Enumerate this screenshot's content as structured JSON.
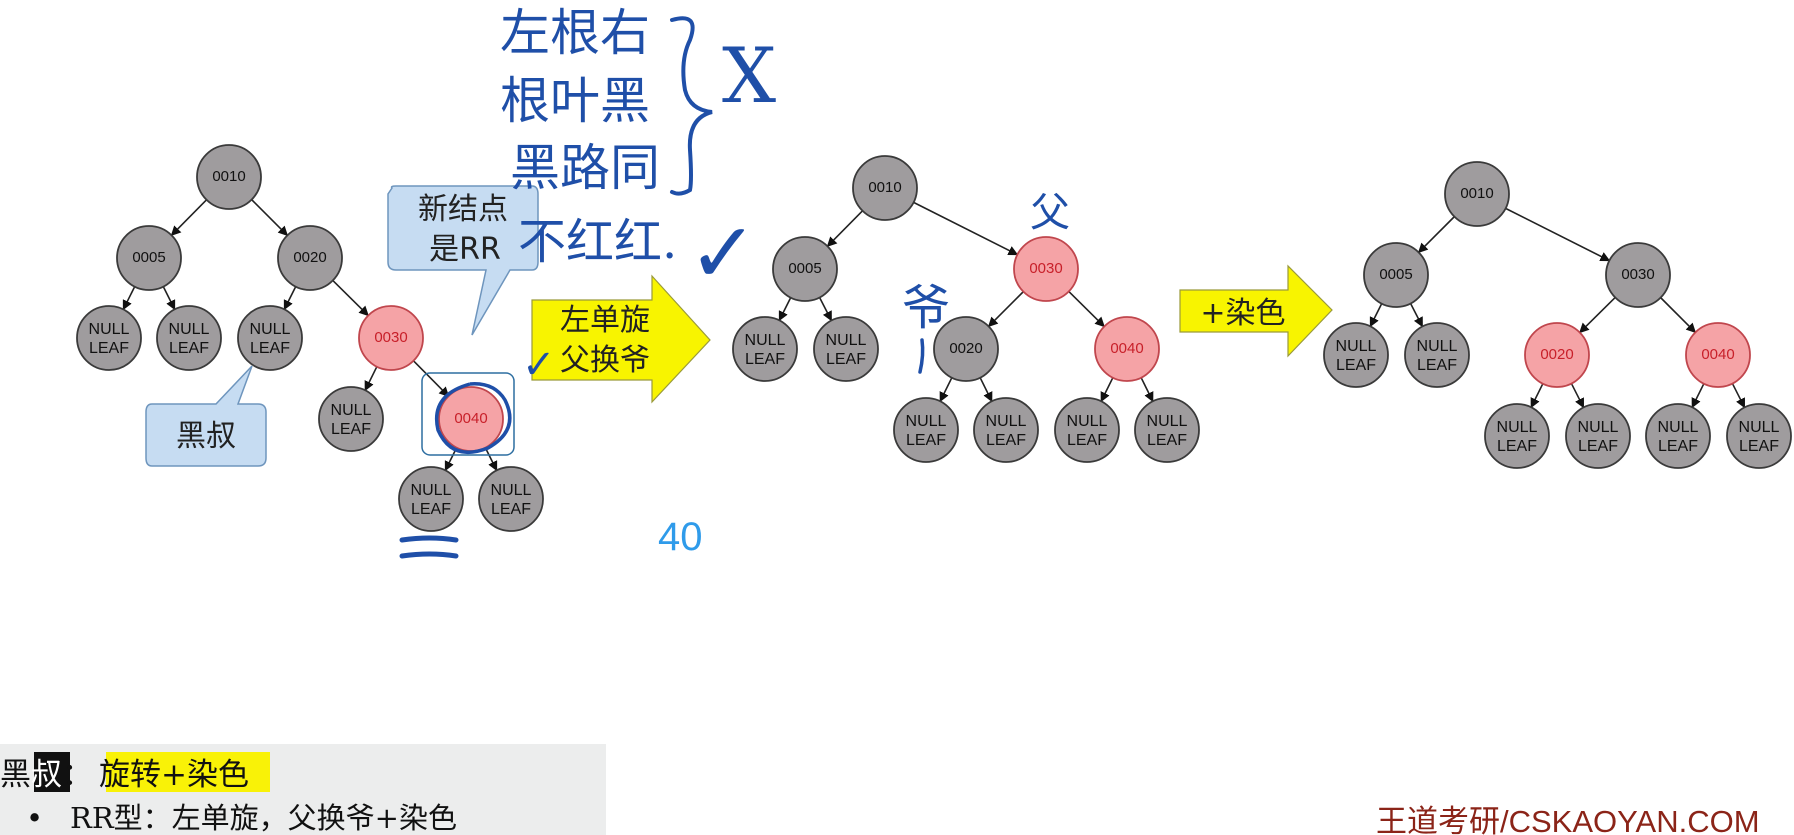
{
  "colors": {
    "black_node": "#9f9c9e",
    "red_node": "#f5a3a6",
    "red_text": "#c8202a",
    "callout_fill": "#c6dcf2",
    "arrow_fill": "#f8f400",
    "ink": "#1f4fa8",
    "highlight": "#f9f207",
    "step_blue": "#2f9bea",
    "brand": "#8b2418"
  },
  "trees": [
    {
      "nodes": [
        {
          "id": "n10",
          "label": "0010",
          "color": "black"
        },
        {
          "id": "n05",
          "label": "0005",
          "color": "black"
        },
        {
          "id": "n20",
          "label": "0020",
          "color": "black"
        },
        {
          "id": "l1",
          "label": "NULL\nLEAF",
          "color": "black"
        },
        {
          "id": "l2",
          "label": "NULL\nLEAF",
          "color": "black"
        },
        {
          "id": "l3",
          "label": "NULL\nLEAF",
          "color": "black"
        },
        {
          "id": "n30",
          "label": "0030",
          "color": "red"
        },
        {
          "id": "l4",
          "label": "NULL\nLEAF",
          "color": "black"
        },
        {
          "id": "n40",
          "label": "0040",
          "color": "red"
        },
        {
          "id": "l5",
          "label": "NULL\nLEAF",
          "color": "black"
        },
        {
          "id": "l6",
          "label": "NULL\nLEAF",
          "color": "black"
        }
      ]
    },
    {
      "nodes": [
        {
          "id": "m10",
          "label": "0010",
          "color": "black"
        },
        {
          "id": "m05",
          "label": "0005",
          "color": "black"
        },
        {
          "id": "m30",
          "label": "0030",
          "color": "red"
        },
        {
          "id": "k1",
          "label": "NULL\nLEAF",
          "color": "black"
        },
        {
          "id": "k2",
          "label": "NULL\nLEAF",
          "color": "black"
        },
        {
          "id": "m20",
          "label": "0020",
          "color": "black"
        },
        {
          "id": "m40",
          "label": "0040",
          "color": "red"
        },
        {
          "id": "k3",
          "label": "NULL\nLEAF",
          "color": "black"
        },
        {
          "id": "k4",
          "label": "NULL\nLEAF",
          "color": "black"
        },
        {
          "id": "k5",
          "label": "NULL\nLEAF",
          "color": "black"
        },
        {
          "id": "k6",
          "label": "NULL\nLEAF",
          "color": "black"
        }
      ]
    },
    {
      "nodes": [
        {
          "id": "p10",
          "label": "0010",
          "color": "black"
        },
        {
          "id": "p05",
          "label": "0005",
          "color": "black"
        },
        {
          "id": "p30",
          "label": "0030",
          "color": "black"
        },
        {
          "id": "q1",
          "label": "NULL\nLEAF",
          "color": "black"
        },
        {
          "id": "q2",
          "label": "NULL\nLEAF",
          "color": "black"
        },
        {
          "id": "p20",
          "label": "0020",
          "color": "red"
        },
        {
          "id": "p40",
          "label": "0040",
          "color": "red"
        },
        {
          "id": "q3",
          "label": "NULL\nLEAF",
          "color": "black"
        },
        {
          "id": "q4",
          "label": "NULL\nLEAF",
          "color": "black"
        },
        {
          "id": "q5",
          "label": "NULL\nLEAF",
          "color": "black"
        },
        {
          "id": "q6",
          "label": "NULL\nLEAF",
          "color": "black"
        }
      ]
    }
  ],
  "callouts": {
    "new_node": [
      "新结点",
      "是RR"
    ],
    "black_uncle": "黑叔"
  },
  "arrows": {
    "rotate": [
      "左单旋",
      "父换爷"
    ],
    "recolor": "+染色"
  },
  "handwriting": {
    "rules": [
      "左根右",
      "根叶黑",
      "黑路同",
      "不红红."
    ],
    "cross": "X",
    "check": "✓",
    "small_check": "✓",
    "parent": "父",
    "grandparent": "爷"
  },
  "step_number": "40",
  "footer": {
    "prefix": "黑",
    "highlighted_char": "叔",
    "colon": "：",
    "method": "旋转+染色",
    "bullet": "•",
    "rr_rule": "RR型：左单旋，父换爷+染色"
  },
  "brand": "王道考研/CSKAOYAN.COM"
}
